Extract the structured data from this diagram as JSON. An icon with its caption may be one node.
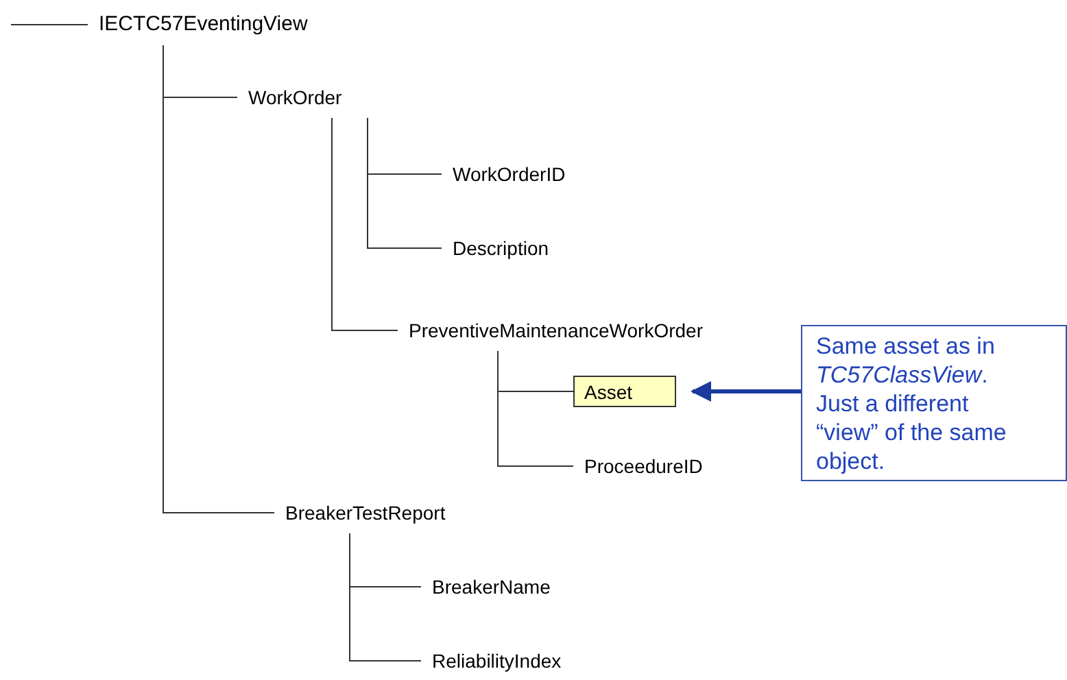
{
  "diagram": {
    "nodes": [
      {
        "text": [
          "IECTC57EventingView"
        ]
      },
      {
        "text": [
          "WorkOrder"
        ]
      },
      {
        "text": [
          "WorkOrderID"
        ]
      },
      {
        "text": [
          "Description"
        ]
      },
      {
        "text": [
          "PreventiveMaintenanceWorkOrder"
        ]
      },
      {
        "text": [
          "Asset"
        ]
      },
      {
        "text": [
          "ProceedureID"
        ]
      },
      {
        "text": [
          "BreakerTestReport"
        ]
      },
      {
        "text": [
          "BreakerName"
        ]
      },
      {
        "text": [
          "ReliabilityIndex"
        ]
      },
      {
        "text": [
          "Same asset as in *TC57ClassView*. Just a different “view” of the same object."
        ]
      }
    ],
    "edges": [
      {
        "from": null,
        "to": 0,
        "arrow": "none"
      },
      {
        "from": 0,
        "to": 1,
        "arrow": "none"
      },
      {
        "from": 1,
        "to": 2,
        "arrow": "none"
      },
      {
        "from": 1,
        "to": 3,
        "arrow": "none"
      },
      {
        "from": 1,
        "to": 4,
        "arrow": "none"
      },
      {
        "from": 4,
        "to": 5,
        "arrow": "none"
      },
      {
        "from": 4,
        "to": 6,
        "arrow": "none"
      },
      {
        "from": 0,
        "to": 7,
        "arrow": "none"
      },
      {
        "from": 7,
        "to": 8,
        "arrow": "none"
      },
      {
        "from": 7,
        "to": 9,
        "arrow": "none"
      },
      {
        "from": 10,
        "to": 5,
        "arrow": "to",
        "style": "thick",
        "color": "#1a3a9c"
      }
    ]
  }
}
